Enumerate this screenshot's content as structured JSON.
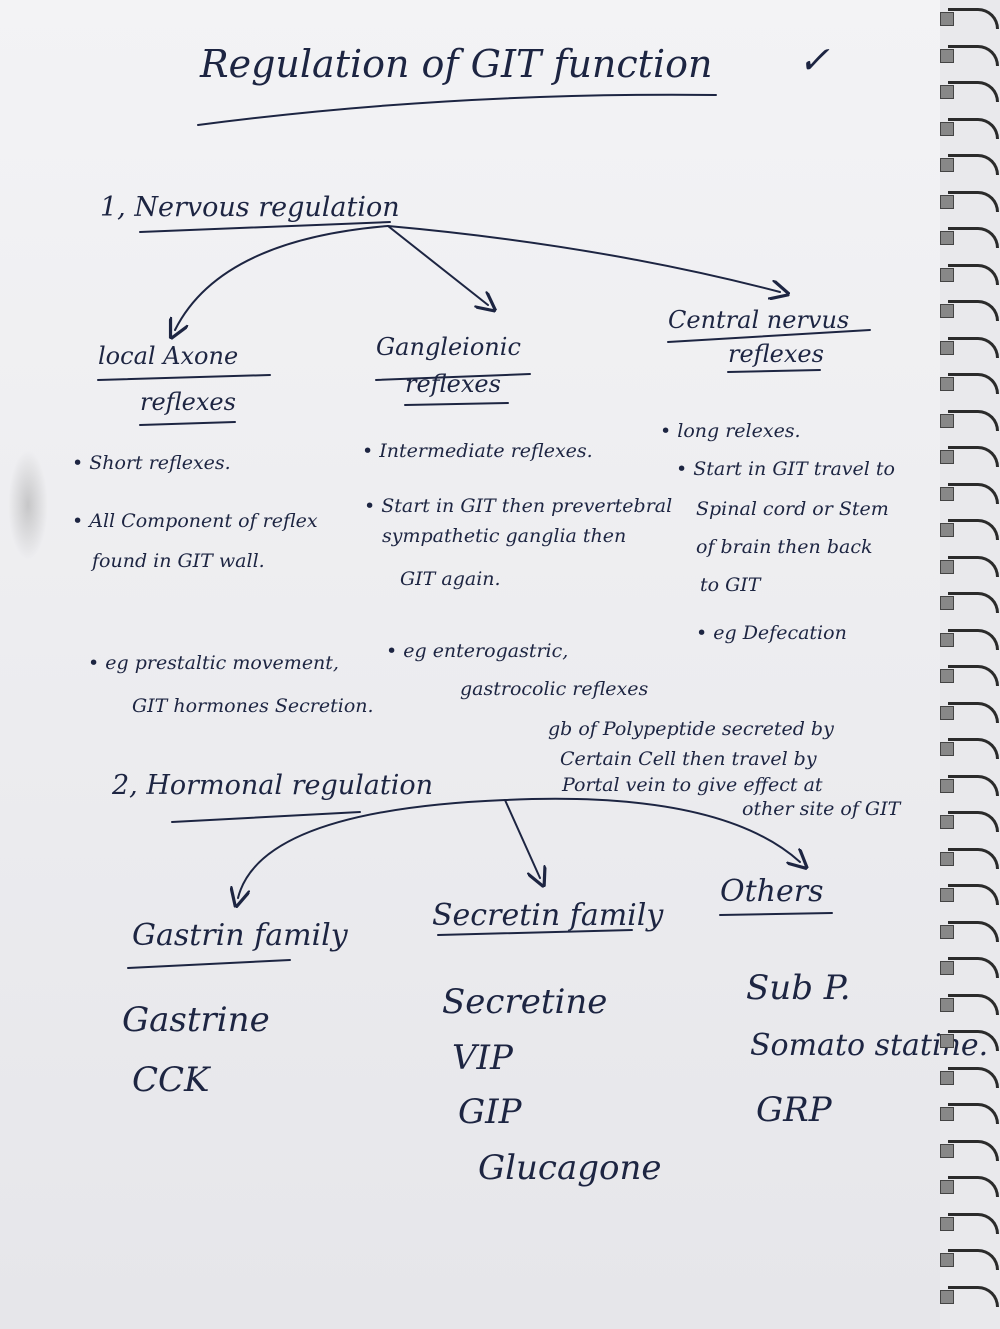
{
  "title": "Regulation of GIT function",
  "check_mark": "✓",
  "section1": {
    "heading": "1, Nervous regulation",
    "branches": [
      {
        "name_line1": "local Axone",
        "name_line2": "reflexes",
        "points": [
          "• Short reflexes.",
          "• All Component of reflex",
          "found in GIT wall."
        ],
        "example_line1": "• eg prestaltic movement,",
        "example_line2": "GIT hormones Secretion."
      },
      {
        "name_line1": "Gangleionic",
        "name_line2": "reflexes",
        "points": [
          "• Intermediate reflexes.",
          "• Start in GIT then prevertebral",
          "sympathetic ganglia then",
          "GIT again."
        ],
        "example_line1": "• eg enterogastric,",
        "example_line2": "gastrocolic reflexes"
      },
      {
        "name_line1": "Central nervus",
        "name_line2": "reflexes",
        "points": [
          "• long relexes.",
          "• Start in GIT travel to",
          "Spinal cord or Stem",
          "of brain then back",
          "to GIT"
        ],
        "example_line1": "• eg Defecation",
        "example_line2": ""
      }
    ]
  },
  "section2": {
    "heading": "2, Hormonal regulation",
    "note": [
      "gb of Polypeptide secreted by",
      "Certain Cell then travel by",
      "Portal vein to give effect at",
      "other site of GIT"
    ],
    "families": [
      {
        "name": "Gastrin family",
        "items": [
          "Gastrine",
          "CCK"
        ]
      },
      {
        "name": "Secretin family",
        "items": [
          "Secretine",
          "VIP",
          "GIP",
          "Glucagone"
        ]
      },
      {
        "name": "Others",
        "items": [
          "Sub P.",
          "Somato statine.",
          "GRP"
        ]
      }
    ]
  }
}
